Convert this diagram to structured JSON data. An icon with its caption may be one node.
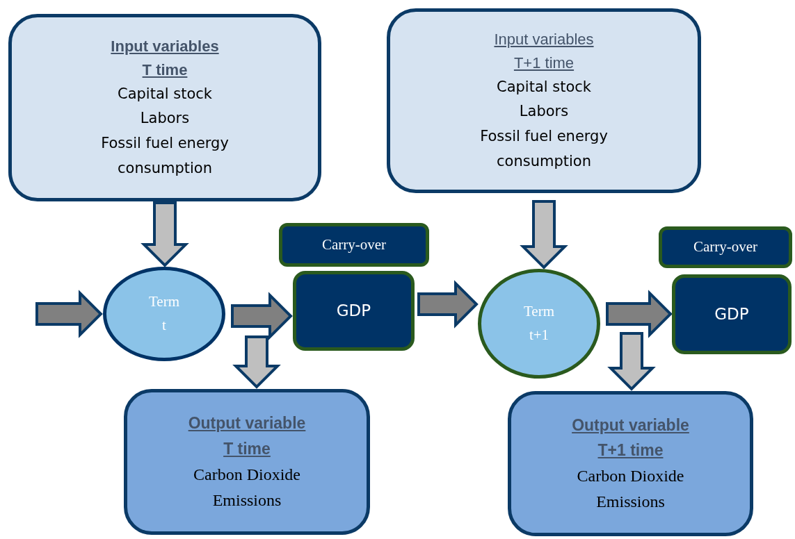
{
  "diagram": {
    "nodes": [
      {
        "text": [
          "Input variables",
          "T time",
          "Capital stock",
          "Labors",
          "Fossil fuel energy consumption"
        ]
      },
      {
        "text": [
          "Input variables",
          "T+1 time",
          "Capital stock",
          "Labors",
          "Fossil fuel energy consumption"
        ]
      },
      {
        "text": [
          "Term",
          "t"
        ]
      },
      {
        "text": [
          "Carry-over"
        ]
      },
      {
        "text": [
          "GDP"
        ]
      },
      {
        "text": [
          "Output variable",
          "T time",
          "Carbon Dioxide Emissions"
        ]
      },
      {
        "text": [
          "Term",
          "t+1"
        ]
      },
      {
        "text": [
          "Carry-over"
        ]
      },
      {
        "text": [
          "GDP"
        ]
      },
      {
        "text": [
          "Output variable",
          "T+1 time",
          "Carbon Dioxide Emissions"
        ]
      }
    ],
    "edges": [
      {
        "from": null,
        "to": 2,
        "arrow": "to"
      },
      {
        "from": 0,
        "to": 2,
        "arrow": "to",
        "color": "#bfbfbf"
      },
      {
        "from": 2,
        "to": 4,
        "arrow": "to"
      },
      {
        "from": 2,
        "to": 5,
        "arrow": "to",
        "color": "#bfbfbf"
      },
      {
        "from": 4,
        "to": 6,
        "arrow": "to"
      },
      {
        "from": 1,
        "to": 6,
        "arrow": "to",
        "color": "#bfbfbf"
      },
      {
        "from": 6,
        "to": 8,
        "arrow": "to"
      },
      {
        "from": 6,
        "to": 9,
        "arrow": "to",
        "color": "#bfbfbf"
      }
    ]
  }
}
